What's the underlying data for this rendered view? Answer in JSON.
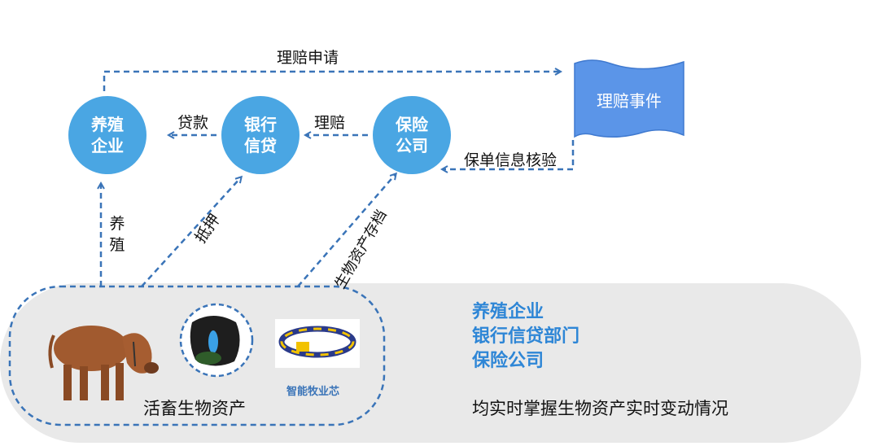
{
  "nodes": {
    "farm": [
      "养殖",
      "企业"
    ],
    "bank": [
      "银行",
      "信贷"
    ],
    "insurer": [
      "保险",
      "公司"
    ]
  },
  "claim_event": "理赔事件",
  "edges": {
    "claim_application": "理赔申请",
    "loan": "贷款",
    "claim_payout": "理赔",
    "policy_verification": "保单信息核验",
    "breeding": "养殖",
    "pledge": "抵押",
    "asset_archive": "生物资产存档"
  },
  "assets": {
    "livestock_label": "活畜生物资产",
    "chip_label": "智能牧业芯"
  },
  "summary": {
    "parties": [
      "养殖企业",
      "银行信贷部门",
      "保险公司"
    ],
    "statement": "均实时掌握生物资产实时变动情况"
  },
  "colors": {
    "node_fill": "#4aa6e3",
    "event_fill": "#5b95e8",
    "arrow": "#3a74b8",
    "panel": "#e9e9e9",
    "summary_text": "#2e86d6"
  }
}
